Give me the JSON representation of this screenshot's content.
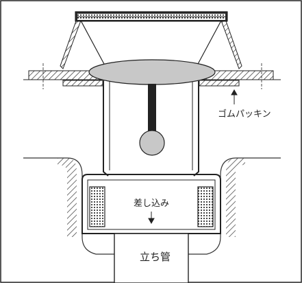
{
  "labels": {
    "gasket": "ゴムパッキン",
    "insert": "差し込み",
    "standpipe": "立ち管"
  }
}
